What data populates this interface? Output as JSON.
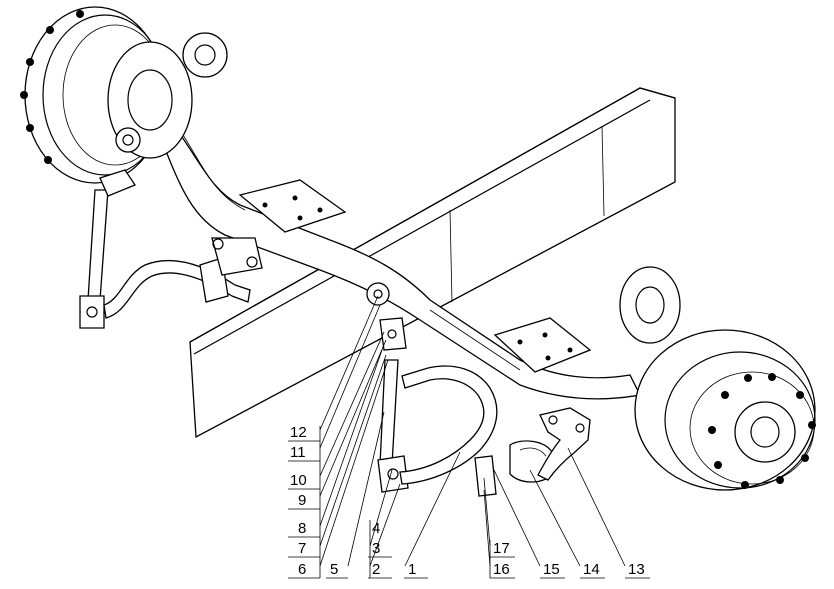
{
  "diagram": {
    "labels": [
      "12",
      "11",
      "10",
      "9",
      "8",
      "7",
      "6",
      "5",
      "4",
      "3",
      "2",
      "1",
      "17",
      "16",
      "15",
      "14",
      "13"
    ]
  }
}
